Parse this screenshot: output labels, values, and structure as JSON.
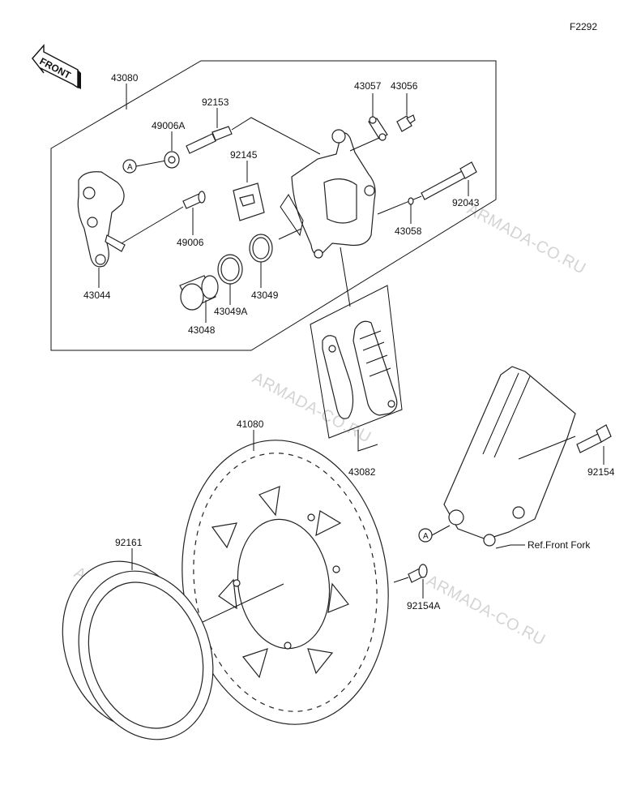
{
  "figure_code": "F2292",
  "front_label": "FRONT",
  "ref_marker": "A",
  "watermark": "ARMADA-CO.RU",
  "parts": {
    "p43080": "43080",
    "p92153": "92153",
    "p49006A": "49006A",
    "p92145": "92145",
    "p43057": "43057",
    "p43056": "43056",
    "p92043": "92043",
    "p43058": "43058",
    "p49006": "49006",
    "p43044": "43044",
    "p43049": "43049",
    "p43049A": "43049A",
    "p43048": "43048",
    "p43082": "43082",
    "p41080": "41080",
    "p92154": "92154",
    "p92161": "92161",
    "p92154A": "92154A"
  },
  "ref_front_fork": "Ref.Front Fork"
}
